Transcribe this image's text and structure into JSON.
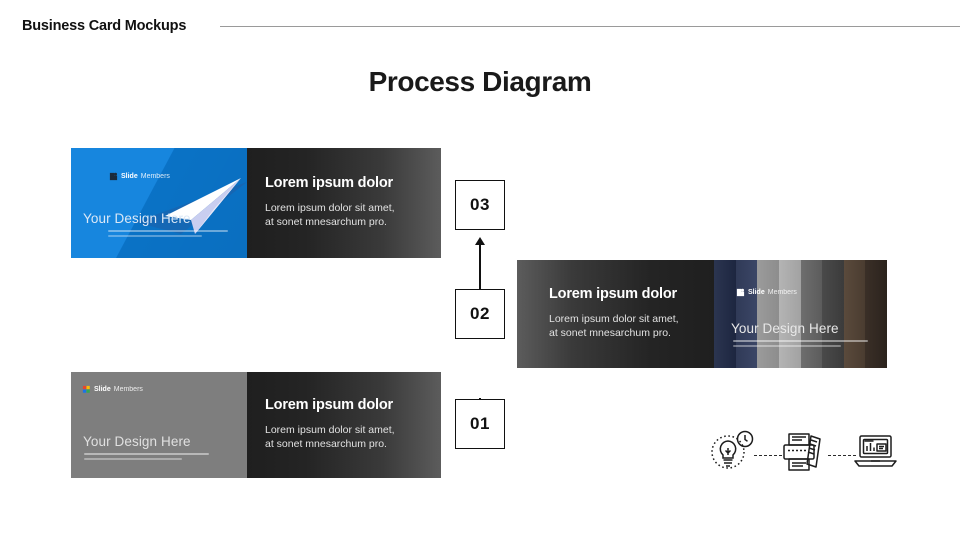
{
  "header": {
    "title": "Business Card Mockups",
    "rule": "horizontal-rule"
  },
  "page_title": "Process Diagram",
  "cards": [
    {
      "id": "card-top",
      "image_side": "left",
      "image_style": "blue-paperplane",
      "logo_bold": "Slide",
      "logo_light": "Members",
      "tagline": "Your Design Here",
      "heading": "Lorem ipsum dolor",
      "body": "Lorem ipsum dolor sit amet,\nat sonet mnesarchum pro."
    },
    {
      "id": "card-middle",
      "image_side": "right",
      "image_style": "fabric-stripes",
      "logo_bold": "Slide",
      "logo_light": "Members",
      "tagline": "Your Design Here",
      "heading": "Lorem ipsum dolor",
      "body": "Lorem ipsum dolor sit amet,\nat sonet mnesarchum pro."
    },
    {
      "id": "card-bottom",
      "image_side": "left",
      "image_style": "gray-plain",
      "logo_bold": "Slide",
      "logo_light": "Members",
      "tagline": "Your Design Here",
      "heading": "Lorem ipsum dolor",
      "body": "Lorem ipsum dolor sit amet,\nat sonet mnesarchum pro."
    }
  ],
  "steps": [
    {
      "label": "03",
      "position": "top"
    },
    {
      "label": "02",
      "position": "middle"
    },
    {
      "label": "01",
      "position": "bottom"
    }
  ],
  "flow_icons": [
    {
      "name": "lightbulb-idea-icon",
      "label": "idea"
    },
    {
      "name": "printer-documents-icon",
      "label": "print"
    },
    {
      "name": "laptop-chart-icon",
      "label": "report"
    }
  ],
  "colors": {
    "accent_blue": "#0b7fdc",
    "dark_panel": "#1f1f1f",
    "gray_panel": "#7e7e7e",
    "line": "#111111",
    "page_bg": "#ffffff"
  }
}
